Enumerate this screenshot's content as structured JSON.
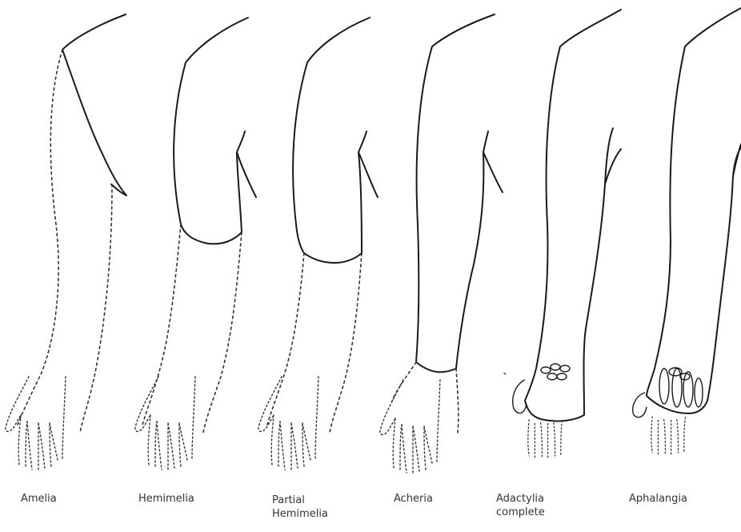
{
  "figure": {
    "labels": [
      {
        "text": "Amelia"
      },
      {
        "text": "Hemimelia"
      },
      {
        "text": "Partial",
        "text2": "Hemimelia"
      },
      {
        "text": "Acheria"
      },
      {
        "text": "Adactylia",
        "text2": "complete"
      },
      {
        "text": "Aphalangia"
      }
    ]
  }
}
